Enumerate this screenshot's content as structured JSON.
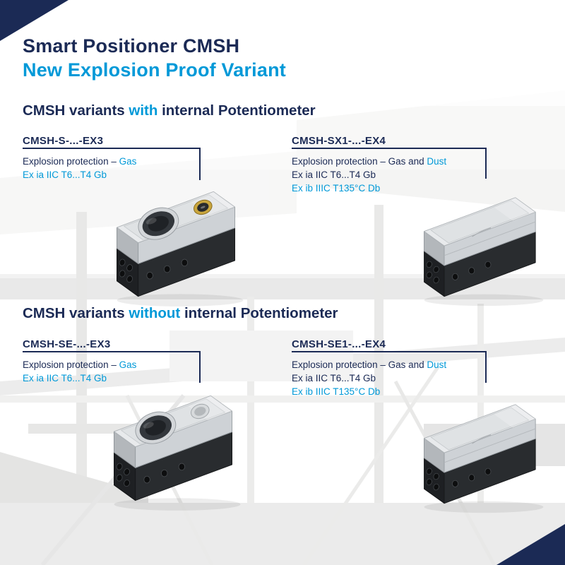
{
  "colors": {
    "navy": "#1b2a55",
    "blue": "#0099d8",
    "device_body": "#292c2f",
    "device_lid": "#e8eaec",
    "button_ring": "#c9a63e"
  },
  "header": {
    "title": "Smart Positioner CMSH",
    "subtitle": "New Explosion Proof Variant"
  },
  "sections": [
    {
      "heading": {
        "pre": "CMSH variants ",
        "highlight": "with",
        "post": " internal Potentiometer"
      },
      "products": [
        {
          "model": "CMSH-S-...-EX3",
          "protection": {
            "prefix": "Explosion protection – ",
            "highlight": "Gas"
          },
          "certs": [
            {
              "text": "Ex ia IIC T6...T4 Gb",
              "style": "blue"
            }
          ],
          "image": "positioner-with-dome-and-yellow-button"
        },
        {
          "model": "CMSH-SX1-...-EX4",
          "protection": {
            "prefix": "Explosion protection – Gas and ",
            "highlight": "Dust"
          },
          "certs": [
            {
              "text": "Ex ia IIC T6...T4 Gb",
              "style": "navy"
            },
            {
              "text": "Ex ib IIIC T135°C Db",
              "style": "blue"
            }
          ],
          "image": "closed-positioner-box"
        }
      ]
    },
    {
      "heading": {
        "pre": "CMSH variants ",
        "highlight": "without",
        "post": " internal Potentiometer"
      },
      "products": [
        {
          "model": "CMSH-SE-...-EX3",
          "protection": {
            "prefix": "Explosion protection – ",
            "highlight": "Gas"
          },
          "certs": [
            {
              "text": "Ex ia IIC T6...T4 Gb",
              "style": "blue"
            }
          ],
          "image": "positioner-with-dome-and-grey-cap"
        },
        {
          "model": "CMSH-SE1-...-EX4",
          "protection": {
            "prefix": "Explosion protection – Gas and ",
            "highlight": "Dust"
          },
          "certs": [
            {
              "text": "Ex ia IIC T6...T4 Gb",
              "style": "navy"
            },
            {
              "text": "Ex ib IIIC T135°C Db",
              "style": "blue"
            }
          ],
          "image": "closed-positioner-box"
        }
      ]
    }
  ]
}
